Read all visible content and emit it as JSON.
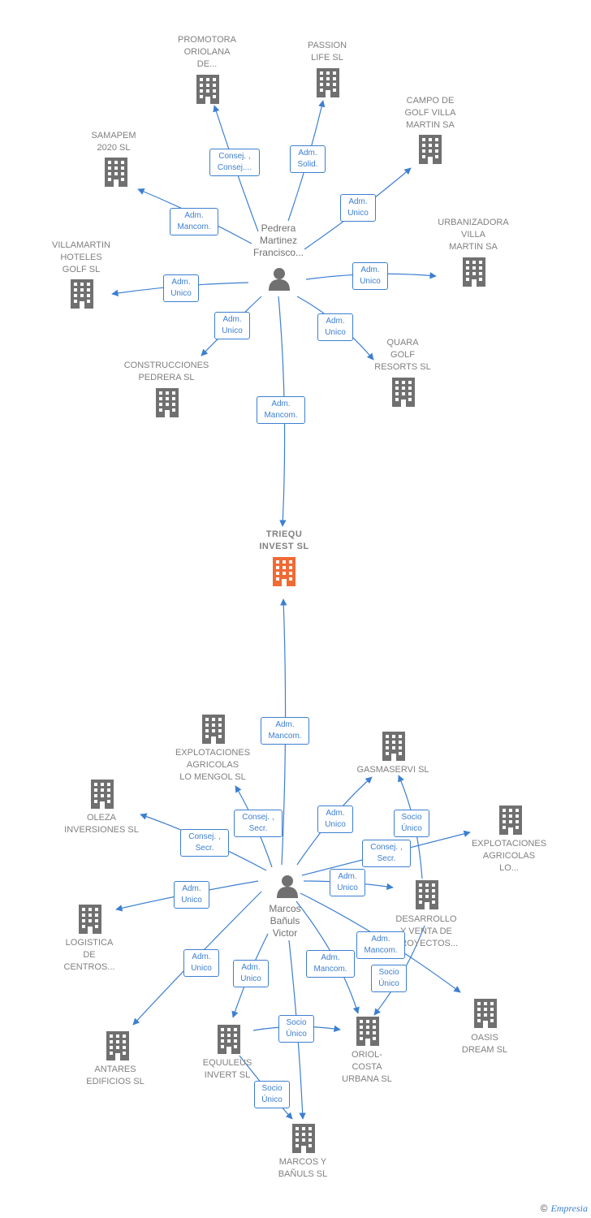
{
  "colors": {
    "edge": "#3d7fd1",
    "building": "#707070",
    "building_main": "#f06a35",
    "person": "#707070"
  },
  "nodes": {
    "promotora": "PROMOTORA\nORIOLANA\nDE...",
    "passion": "PASSION\nLIFE SL",
    "campo": "CAMPO DE\nGOLF VILLA\nMARTIN SA",
    "samapem": "SAMAPEM\n2020 SL",
    "urbanizadora": "URBANIZADORA\nVILLA\nMARTIN SA",
    "villamartin": "VILLAMARTIN\nHOTELES\nGOLF SL",
    "construcciones": "CONSTRUCCIONES\nPEDRERA SL",
    "quara": "QUARA\nGOLF\nRESORTS SL",
    "triequ": "TRIEQU\nINVEST SL",
    "explotaciones_mengol": "EXPLOTACIONES\nAGRICOLAS\nLO MENGOL SL",
    "gasmaservi": "GASMASERVI SL",
    "oleza": "OLEZA\nINVERSIONES SL",
    "explotaciones_lo": "EXPLOTACIONES\nAGRICOLAS\nLO...",
    "desarrollo": "DESARROLLO\nY VENTA DE\nPROYECTOS...",
    "logistica": "LOGISTICA\nDE\nCENTROS...",
    "oasis": "OASIS\nDREAM SL",
    "antares": "ANTARES\nEDIFICIOS SL",
    "equuleus": "EQUULEUS\nINVERT SL",
    "oriol": "ORIOL-\nCOSTA\nURBANA SL",
    "marcos_banuls_sl": "MARCOS Y\nBAÑULS SL"
  },
  "persons": {
    "pedrera": "Pedrera\nMartinez\nFrancisco...",
    "marcos": "Marcos\nBañuls\nVictor"
  },
  "edge_labels": {
    "e_promotora": "Consej. ,\nConsej....",
    "e_passion": "Adm.\nSolid.",
    "e_campo": "Adm.\nUnico",
    "e_samapem": "Adm.\nMancom.",
    "e_urbanizadora": "Adm.\nUnico",
    "e_villamartin": "Adm.\nUnico",
    "e_construcciones": "Adm.\nUnico",
    "e_quara": "Adm.\nUnico",
    "e_triequ_top": "Adm.\nMancom.",
    "e_triequ_bottom": "Adm.\nMancom.",
    "e_mengol": "Consej. ,\nSecr.",
    "e_gasmaservi": "Adm.\nUnico",
    "e_desarrollo_gasma": "Socio\nÚnico",
    "e_oleza": "Consej. ,\nSecr.",
    "e_explotaciones_lo": "Consej. ,\nSecr.",
    "e_desarrollo": "Adm.\nUnico",
    "e_logistica": "Adm.\nUnico",
    "e_oasis": "Adm.\nMancom.",
    "e_desarrollo_oriol": "Socio\nÚnico",
    "e_antares": "Adm.\nUnico",
    "e_equuleus": "Adm.\nUnico",
    "e_oriol": "Adm.\nMancom.",
    "e_equuleus_oriol": "Socio\nÚnico",
    "e_equuleus_marcos": "Socio\nÚnico"
  },
  "credit": {
    "symbol": "©",
    "brand": "Empresia"
  }
}
